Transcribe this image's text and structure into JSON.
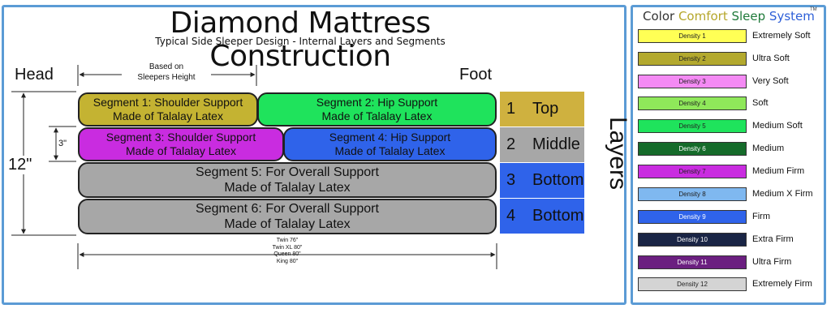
{
  "title": "Diamond Mattress Construction",
  "subtitle": "Typical Side Sleeper Design - Internal Layers and Segments",
  "labels": {
    "head": "Head",
    "foot": "Foot",
    "based_on": [
      "Based on",
      "Sleepers Height"
    ],
    "height_3": "3\"",
    "height_12": "12\"",
    "sizes": [
      "Twin 76\"",
      "Twin XL 80\"",
      "Queen 80\"",
      "King 80\""
    ],
    "layers_word": "Layers"
  },
  "segments": [
    {
      "line1": "Segment 1: Shoulder Support",
      "line2": "Made of Talalay Latex",
      "color": "#c4b332"
    },
    {
      "line1": "Segment 2: Hip Support",
      "line2": "Made of Talalay Latex",
      "color": "#1fe35c"
    },
    {
      "line1": "Segment 3: Shoulder Support",
      "line2": "Made of Talalay Latex",
      "color": "#c92ce0"
    },
    {
      "line1": "Segment 4: Hip Support",
      "line2": "Made of Talalay Latex",
      "color": "#2f63ea"
    },
    {
      "line1": "Segment 5: For Overall Support",
      "line2": "Made of Talalay Latex",
      "color": "#a7a7a7"
    },
    {
      "line1": "Segment 6: For Overall Support",
      "line2": "Made of Talalay Latex",
      "color": "#a7a7a7"
    }
  ],
  "layers": [
    {
      "num": "1",
      "name": "Top",
      "color": "#cfb13f"
    },
    {
      "num": "2",
      "name": "Middle",
      "color": "#a7a7a7"
    },
    {
      "num": "3",
      "name": "Bottom",
      "color": "#2f63ea"
    },
    {
      "num": "4",
      "name": "Bottom",
      "color": "#2f63ea"
    }
  ],
  "legend": {
    "title_parts": [
      {
        "text": "Color ",
        "color": "#333333"
      },
      {
        "text": "Comfort ",
        "color": "#b5a62a"
      },
      {
        "text": "Sleep ",
        "color": "#1f7a3a"
      },
      {
        "text": "System",
        "color": "#2d5fd8"
      }
    ],
    "tm": "TM",
    "items": [
      {
        "swatch": "Density 1",
        "label": "Extremely Soft",
        "color": "#ffff55",
        "text_color": "#222222"
      },
      {
        "swatch": "Density 2",
        "label": "Ultra Soft",
        "color": "#b3a92e",
        "text_color": "#222222"
      },
      {
        "swatch": "Density 3",
        "label": "Very Soft",
        "color": "#f48af4",
        "text_color": "#222222"
      },
      {
        "swatch": "Density 4",
        "label": "Soft",
        "color": "#8fe85a",
        "text_color": "#222222"
      },
      {
        "swatch": "Density 5",
        "label": "Medium Soft",
        "color": "#1fe35c",
        "text_color": "#222222"
      },
      {
        "swatch": "Density 6",
        "label": "Medium",
        "color": "#156b2a",
        "text_color": "#ffffff"
      },
      {
        "swatch": "Density 7",
        "label": "Medium Firm",
        "color": "#c92ce0",
        "text_color": "#222222"
      },
      {
        "swatch": "Density 8",
        "label": "Medium X Firm",
        "color": "#7fb8f0",
        "text_color": "#222222"
      },
      {
        "swatch": "Density 9",
        "label": "Firm",
        "color": "#2f63ea",
        "text_color": "#ffffff"
      },
      {
        "swatch": "Density 10",
        "label": "Extra Firm",
        "color": "#1a2545",
        "text_color": "#ffffff"
      },
      {
        "swatch": "Density 11",
        "label": "Ultra Firm",
        "color": "#6b1f80",
        "text_color": "#ffffff"
      },
      {
        "swatch": "Density 12",
        "label": "Extremely Firm",
        "color": "#d4d4d4",
        "text_color": "#222222"
      }
    ]
  }
}
